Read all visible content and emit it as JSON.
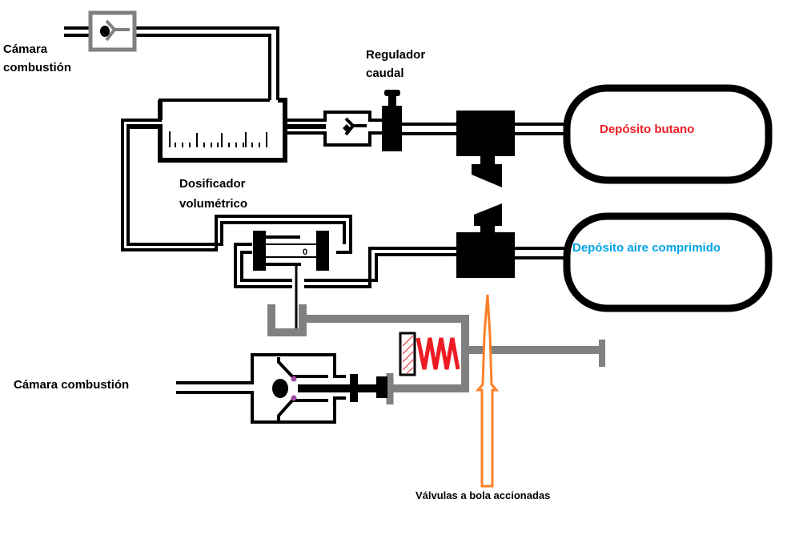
{
  "labels": {
    "camara_top_line1": "Cámara",
    "camara_top_line2": "combustión",
    "regulador_line1": "Regulador",
    "regulador_line2": "caudal",
    "dosificador_line1": "Dosificador",
    "dosificador_line2": "volumétrico",
    "deposito_butano": "Depósito butano",
    "deposito_aire": "Depósito aire comprimido",
    "camara_bottom": "Cámara combustión",
    "valvulas": "Válvulas a bola accionadas",
    "piston_mark": "0"
  },
  "colors": {
    "line": "#000000",
    "gray_linkage": "#808080",
    "spring": "#ed1c24",
    "butano_text": "#ed1c24",
    "aire_text": "#00a2e8",
    "arrow": "#ff7f27",
    "nozzle_dots": "#a349a4"
  }
}
